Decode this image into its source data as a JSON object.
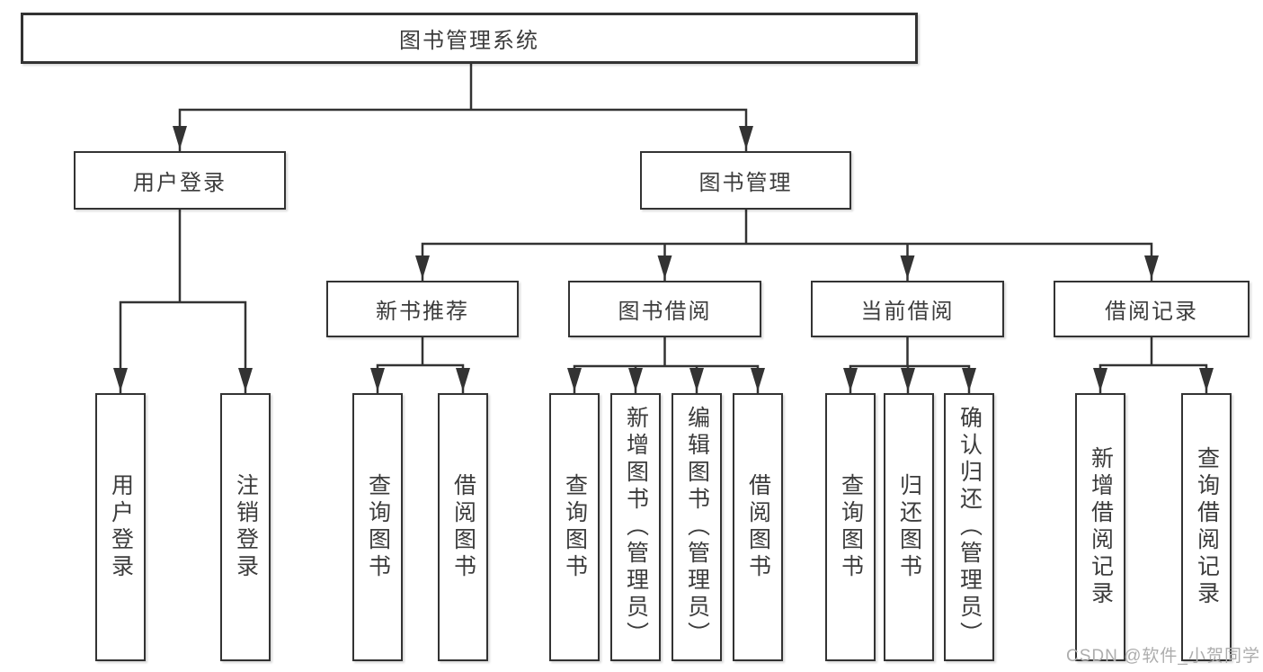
{
  "tree": {
    "root": {
      "label": "图书管理系统"
    },
    "branches": [
      {
        "label": "用户登录",
        "leaves": [
          {
            "label": "用户登录"
          },
          {
            "label": "注销登录"
          }
        ]
      },
      {
        "label": "图书管理",
        "groups": [
          {
            "label": "新书推荐",
            "leaves": [
              {
                "label": "查询图书"
              },
              {
                "label": "借阅图书"
              }
            ]
          },
          {
            "label": "图书借阅",
            "leaves": [
              {
                "label": "查询图书"
              },
              {
                "label": "新增图书（管理员）"
              },
              {
                "label": "编辑图书（管理员）"
              },
              {
                "label": "借阅图书"
              }
            ]
          },
          {
            "label": "当前借阅",
            "leaves": [
              {
                "label": "查询图书"
              },
              {
                "label": "归还图书"
              },
              {
                "label": "确认归还（管理员）"
              }
            ]
          },
          {
            "label": "借阅记录",
            "leaves": [
              {
                "label": "新增借阅记录"
              },
              {
                "label": "查询借阅记录"
              }
            ]
          }
        ]
      }
    ]
  },
  "watermark": {
    "text": "CSDN @软件_小贺同学"
  },
  "colors": {
    "line": "#333333",
    "text": "#3c3c3c",
    "watermark": "#adadad",
    "background": "#ffffff"
  }
}
